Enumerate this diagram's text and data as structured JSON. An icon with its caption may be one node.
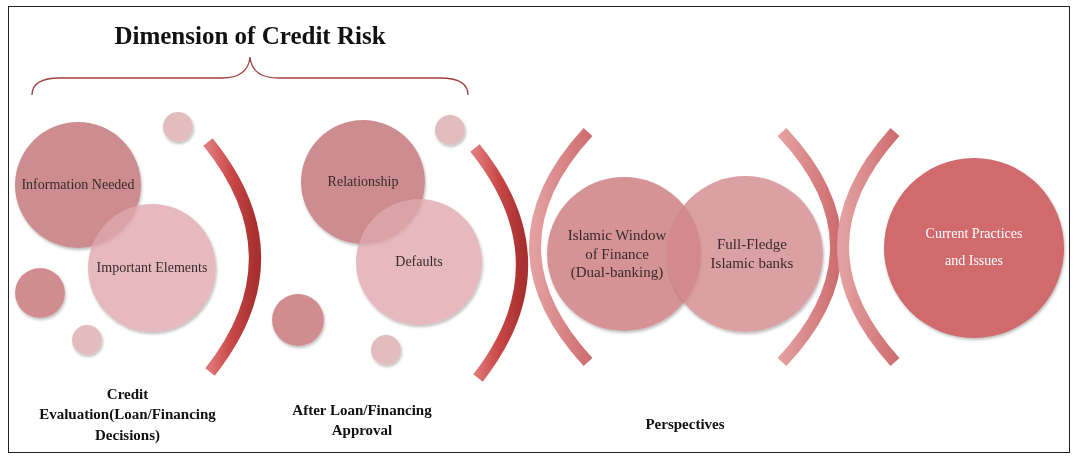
{
  "diagram": {
    "title": "Dimension of Credit Risk",
    "nodes": [
      {
        "text": [
          "Information Needed"
        ]
      },
      {
        "text": [
          "Important Elements"
        ]
      },
      {
        "text": [],
        "shape": "circle"
      },
      {
        "text": [],
        "shape": "circle"
      },
      {
        "text": [],
        "shape": "circle"
      },
      {
        "text": [
          "Relationship"
        ]
      },
      {
        "text": [
          "Defaults"
        ]
      },
      {
        "text": [],
        "shape": "circle"
      },
      {
        "text": [],
        "shape": "circle"
      },
      {
        "text": [],
        "shape": "circle"
      },
      {
        "text": [
          "Islamic Window of Finance (Dual-banking)"
        ]
      },
      {
        "text": [
          "Full-Fledge Islamic banks"
        ]
      },
      {
        "text": [
          "Current Practices and Issues"
        ]
      }
    ],
    "edges": [],
    "labels": [
      "Credit Evaluation(Loan/Financing Decisions)",
      "After Loan/Financing Approval",
      "Perspectives"
    ]
  }
}
